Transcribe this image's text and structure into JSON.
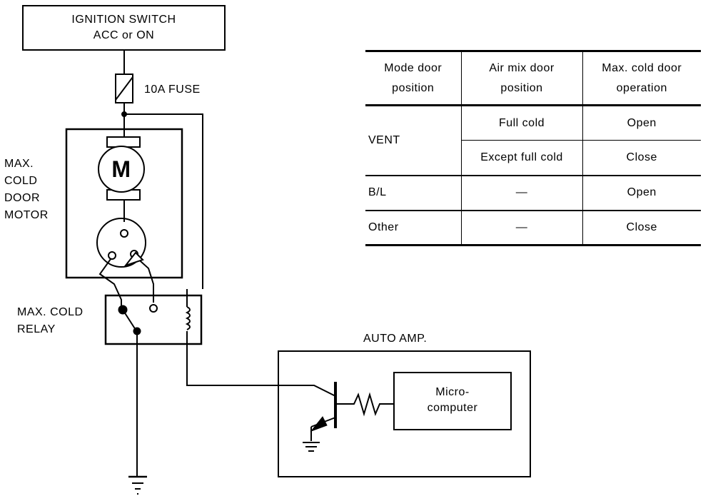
{
  "ignition": {
    "line1": "IGNITION SWITCH",
    "line2": "ACC or ON"
  },
  "fuse": {
    "label": "10A FUSE"
  },
  "motor": {
    "symbol": "M",
    "label_lines": [
      "MAX.",
      "COLD",
      "DOOR",
      "MOTOR"
    ]
  },
  "relay": {
    "label_lines": [
      "MAX. COLD",
      "RELAY"
    ]
  },
  "amp": {
    "label": "AUTO AMP.",
    "micro_lines": [
      "Micro-",
      "computer"
    ]
  },
  "table": {
    "headers": [
      [
        "Mode door",
        "position"
      ],
      [
        "Air mix door",
        "position"
      ],
      [
        "Max. cold door",
        "operation"
      ]
    ],
    "rows": [
      {
        "mode": "VENT",
        "air_mix": "Full cold",
        "operation": "Open"
      },
      {
        "mode": "",
        "air_mix": "Except full cold",
        "operation": "Close"
      },
      {
        "mode": "B/L",
        "air_mix": "—",
        "operation": "Open"
      },
      {
        "mode": "Other",
        "air_mix": "—",
        "operation": "Close"
      }
    ]
  }
}
